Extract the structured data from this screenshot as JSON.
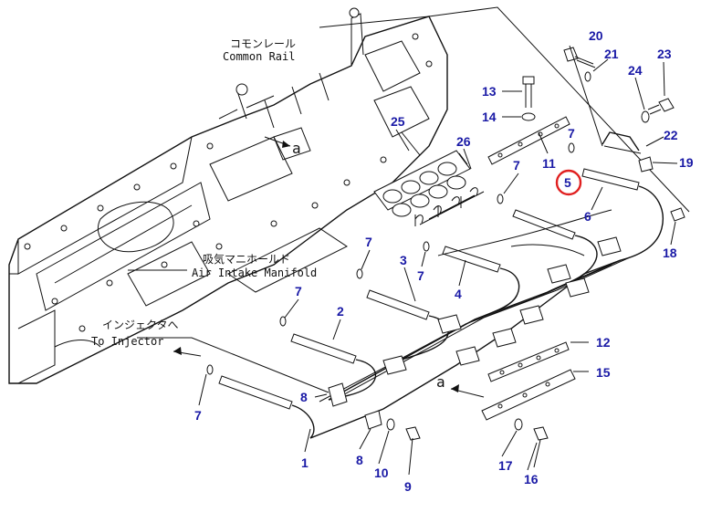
{
  "labels": {
    "common_rail_jp": "コモンレール",
    "common_rail_en": "Common Rail",
    "air_intake_jp": "吸気マニホールド",
    "air_intake_en": "Air Intake Manifold",
    "to_injector_jp": "インジェクタへ",
    "to_injector_en": "To Injector",
    "view_marker_top": "a",
    "view_marker_bottom": "a"
  },
  "callouts": [
    {
      "id": "p20",
      "num": "20"
    },
    {
      "id": "p21",
      "num": "21"
    },
    {
      "id": "p23",
      "num": "23"
    },
    {
      "id": "p24",
      "num": "24"
    },
    {
      "id": "p13",
      "num": "13"
    },
    {
      "id": "p14",
      "num": "14"
    },
    {
      "id": "p25",
      "num": "25"
    },
    {
      "id": "p26",
      "num": "26"
    },
    {
      "id": "p7a",
      "num": "7"
    },
    {
      "id": "p22",
      "num": "22"
    },
    {
      "id": "p11",
      "num": "11"
    },
    {
      "id": "p7b",
      "num": "7"
    },
    {
      "id": "p19",
      "num": "19"
    },
    {
      "id": "p5",
      "num": "5"
    },
    {
      "id": "p6",
      "num": "6"
    },
    {
      "id": "p18",
      "num": "18"
    },
    {
      "id": "p7c",
      "num": "7"
    },
    {
      "id": "p3",
      "num": "3"
    },
    {
      "id": "p7d",
      "num": "7"
    },
    {
      "id": "p4",
      "num": "4"
    },
    {
      "id": "p7e",
      "num": "7"
    },
    {
      "id": "p2",
      "num": "2"
    },
    {
      "id": "p12",
      "num": "12"
    },
    {
      "id": "p15",
      "num": "15"
    },
    {
      "id": "p7f",
      "num": "7"
    },
    {
      "id": "p8a",
      "num": "8"
    },
    {
      "id": "p1",
      "num": "1"
    },
    {
      "id": "p8b",
      "num": "8"
    },
    {
      "id": "p10",
      "num": "10"
    },
    {
      "id": "p9",
      "num": "9"
    },
    {
      "id": "p17",
      "num": "17"
    },
    {
      "id": "p16",
      "num": "16"
    }
  ],
  "colors": {
    "callout_text": "#1a1aa6",
    "highlight_ring": "#e02020",
    "line": "#111111"
  },
  "highlighted_callout": "5"
}
